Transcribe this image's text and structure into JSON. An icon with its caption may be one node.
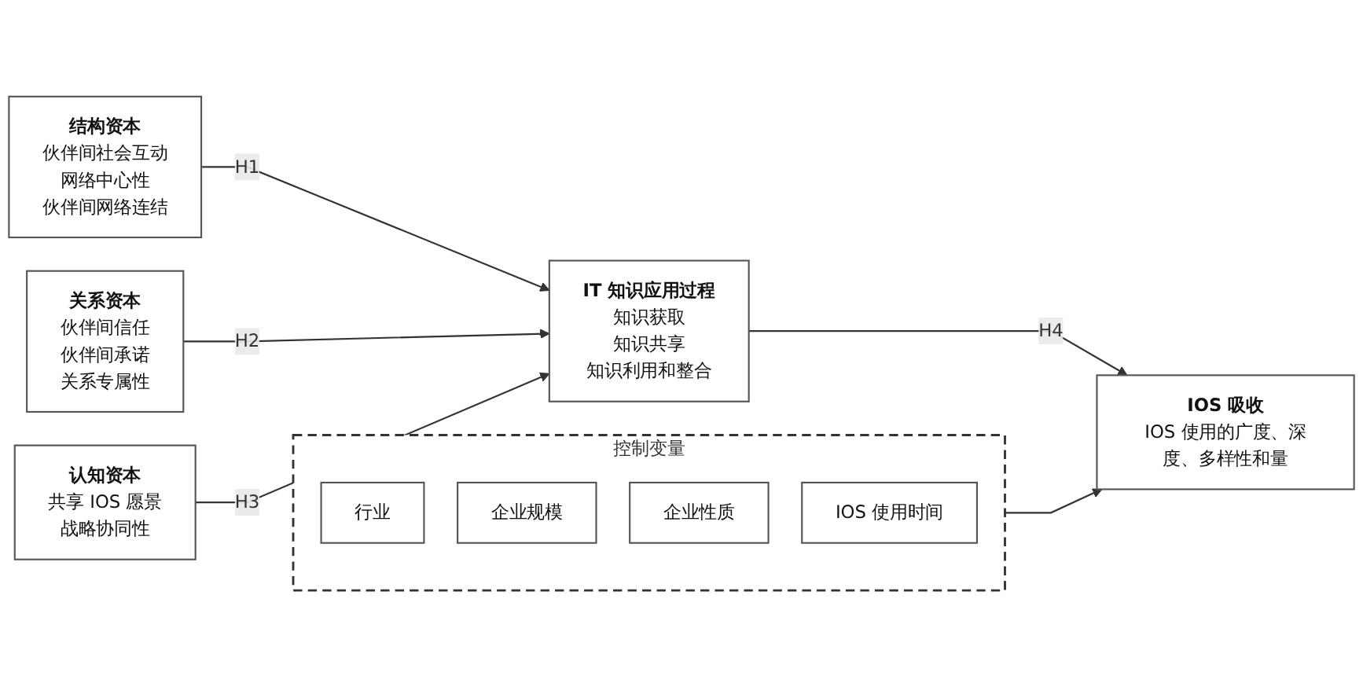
{
  "diagram": {
    "nodes": [
      {
        "text": [
          "结构资本",
          "伙伴间社会互动",
          "网络中心性",
          "伙伴间网络连结"
        ]
      },
      {
        "text": [
          "关系资本",
          "伙伴间信任",
          "伙伴间承诺",
          "关系专属性"
        ]
      },
      {
        "text": [
          "认知资本",
          "共享 IOS 愿景",
          "战略协同性"
        ]
      },
      {
        "text": [
          "IT 知识应用过程",
          "知识获取",
          "知识共享",
          "知识利用和整合"
        ]
      },
      {
        "text": [
          "IOS 吸收",
          "IOS 使用的广度、深度、多样性和量"
        ]
      },
      {
        "text": [
          "控制变量"
        ]
      },
      {
        "text": [
          "行业"
        ],
        "in": 5
      },
      {
        "text": [
          "企业规模"
        ],
        "in": 5
      },
      {
        "text": [
          "企业性质"
        ],
        "in": 5
      },
      {
        "text": [
          "IOS 使用时间"
        ],
        "in": 5
      }
    ],
    "edges": [
      {
        "from": 0,
        "to": 3,
        "arrow": "to",
        "label": "H1"
      },
      {
        "from": 1,
        "to": 3,
        "arrow": "to",
        "label": "H2"
      },
      {
        "from": 2,
        "to": 3,
        "arrow": "to",
        "label": "H3"
      },
      {
        "from": 3,
        "to": 4,
        "arrow": "to",
        "label": "H4"
      },
      {
        "from": 5,
        "to": 4,
        "arrow": "to"
      }
    ]
  }
}
